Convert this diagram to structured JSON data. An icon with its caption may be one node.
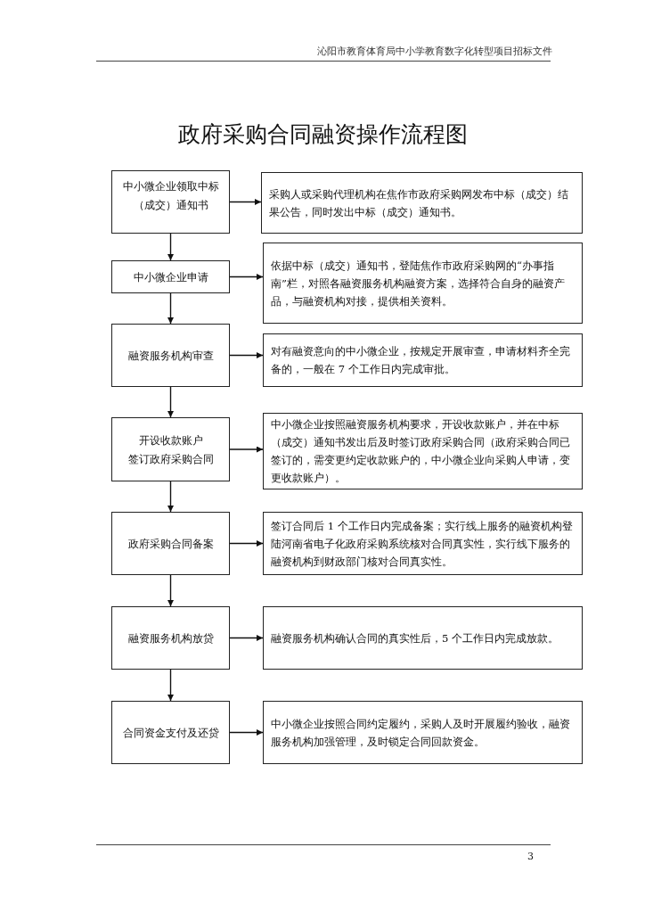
{
  "diagram": {
    "title": "政府采购合同融资操作流程图",
    "nodes": [
      {
        "text": [
          "中小微企业领取中标（成交）通知书"
        ]
      },
      {
        "text": [
          "采购人或采购代理机构在焦作市政府采购网发布中标（成交）结果公告，同时发出中标（成交）通知书。"
        ]
      },
      {
        "text": [
          "中小微企业申请"
        ]
      },
      {
        "text": [
          "依据中标（成交）通知书，登陆焦作市政府采购网的“办事指南”栏，对照各融资服务机构融资方案，选择符合自身的融资产品，与融资机构对接，提供相关资料。"
        ]
      },
      {
        "text": [
          "融资服务机构审查"
        ]
      },
      {
        "text": [
          "对有融资意向的中小微企业，按规定开展审查，申请材料齐全完备的，一般在 7 个工作日内完成审批。"
        ]
      },
      {
        "text": [
          "开设收款账户",
          "签订政府采购合同"
        ]
      },
      {
        "text": [
          "中小微企业按照融资服务机构要求，开设收款账户，并在中标（成交）通知书发出后及时签订政府采购合同（政府采购合同已签订的，需变更约定收款账户的，中小微企业向采购人申请，变更收款账户）。"
        ]
      },
      {
        "text": [
          "政府采购合同备案"
        ]
      },
      {
        "text": [
          "签订合同后 1 个工作日内完成备案；实行线上服务的融资机构登陆河南省电子化政府采购系统核对合同真实性，实行线下服务的融资机构到财政部门核对合同真实性。"
        ]
      },
      {
        "text": [
          "融资服务机构放贷"
        ]
      },
      {
        "text": [
          "融资服务机构确认合同的真实性后，5 个工作日内完成放款。"
        ]
      },
      {
        "text": [
          "合同资金支付及还贷"
        ]
      },
      {
        "text": [
          "中小微企业按照合同约定履约，采购人及时开展履约验收，融资服务机构加强管理，及时锁定合同回款资金。"
        ]
      }
    ],
    "edges": [
      {
        "from": 0,
        "to": 1,
        "arrow": "to"
      },
      {
        "from": 0,
        "to": 2,
        "arrow": "to"
      },
      {
        "from": 2,
        "to": 3,
        "arrow": "to"
      },
      {
        "from": 2,
        "to": 4,
        "arrow": "to"
      },
      {
        "from": 4,
        "to": 5,
        "arrow": "to"
      },
      {
        "from": 4,
        "to": 6,
        "arrow": "to"
      },
      {
        "from": 6,
        "to": 7,
        "arrow": "to"
      },
      {
        "from": 6,
        "to": 8,
        "arrow": "to"
      },
      {
        "from": 8,
        "to": 9,
        "arrow": "to"
      },
      {
        "from": 8,
        "to": 10,
        "arrow": "to"
      },
      {
        "from": 10,
        "to": 11,
        "arrow": "to"
      },
      {
        "from": 10,
        "to": 12,
        "arrow": "to"
      },
      {
        "from": 12,
        "to": 13,
        "arrow": "to"
      }
    ],
    "labels": [
      "沁阳市教育体育局中小学教育数字化转型项目招标文件",
      "3"
    ]
  }
}
